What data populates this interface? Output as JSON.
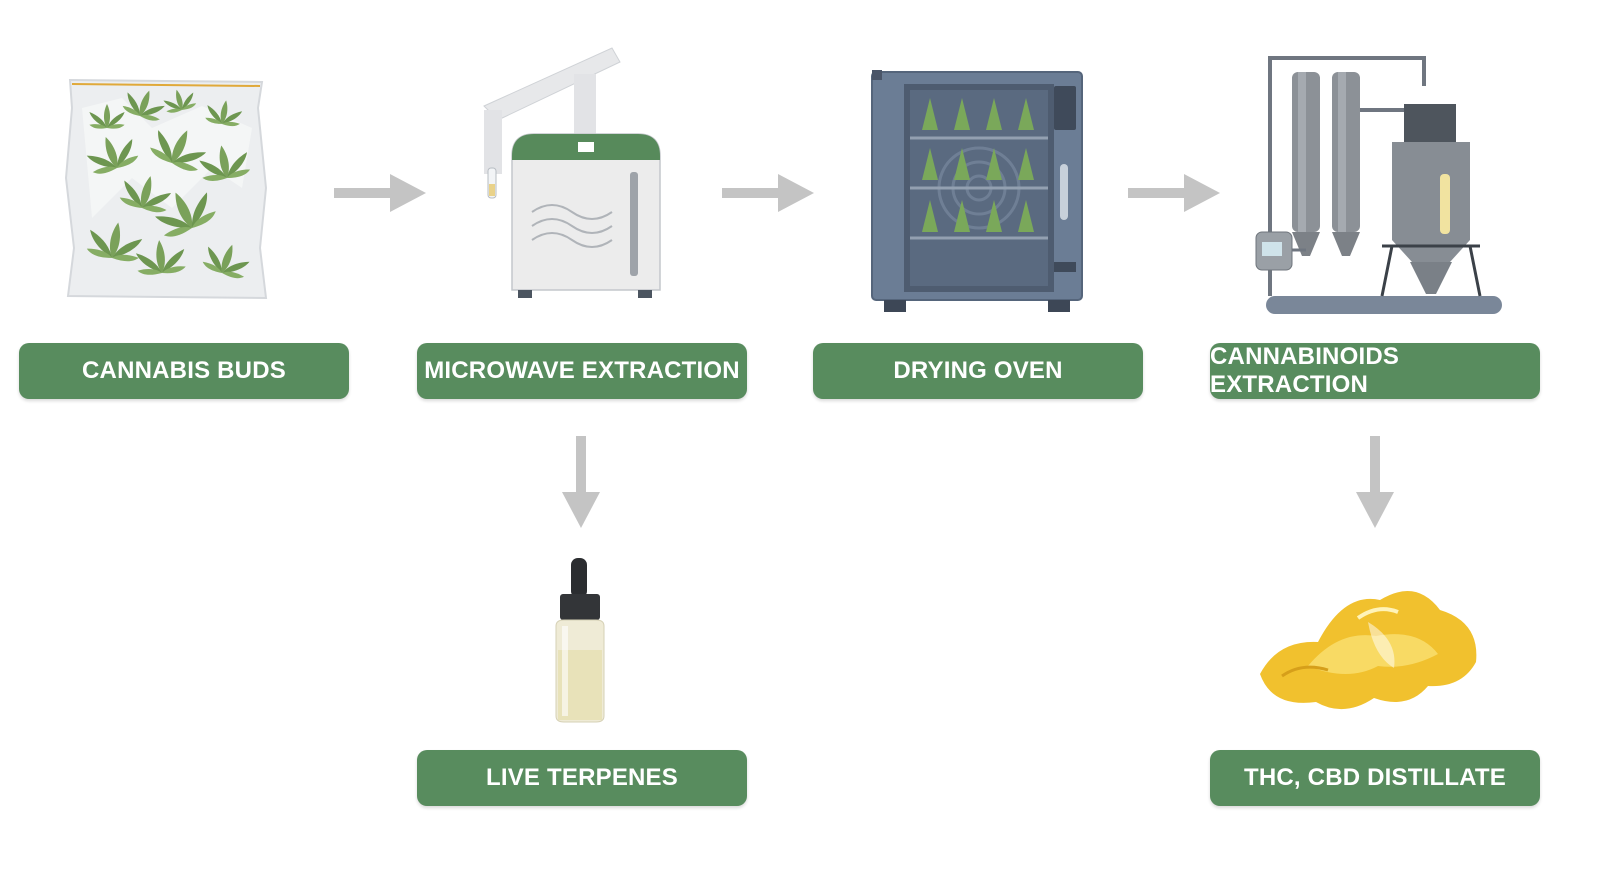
{
  "colors": {
    "label_bg": "#588c5e",
    "label_text": "#ffffff",
    "arrow": "#c4c4c4",
    "leaf": "#7ba05a",
    "oven_body": "#6b7d95",
    "oven_window": "#4e5c70",
    "oil": "#e9b71f"
  },
  "steps": [
    {
      "label": "CANNABIS BUDS",
      "icon": "cannabis-bag-icon"
    },
    {
      "label": "MICROWAVE EXTRACTION",
      "icon": "microwave-extractor-icon"
    },
    {
      "label": "DRYING OVEN",
      "icon": "drying-oven-icon"
    },
    {
      "label": "CANNABINOIDS EXTRACTION",
      "icon": "extraction-plant-icon"
    }
  ],
  "outputs": [
    {
      "label": "LIVE TERPENES",
      "icon": "dropper-bottle-icon"
    },
    {
      "label": "THC, CBD DISTILLATE",
      "icon": "distillate-shatter-icon"
    }
  ]
}
